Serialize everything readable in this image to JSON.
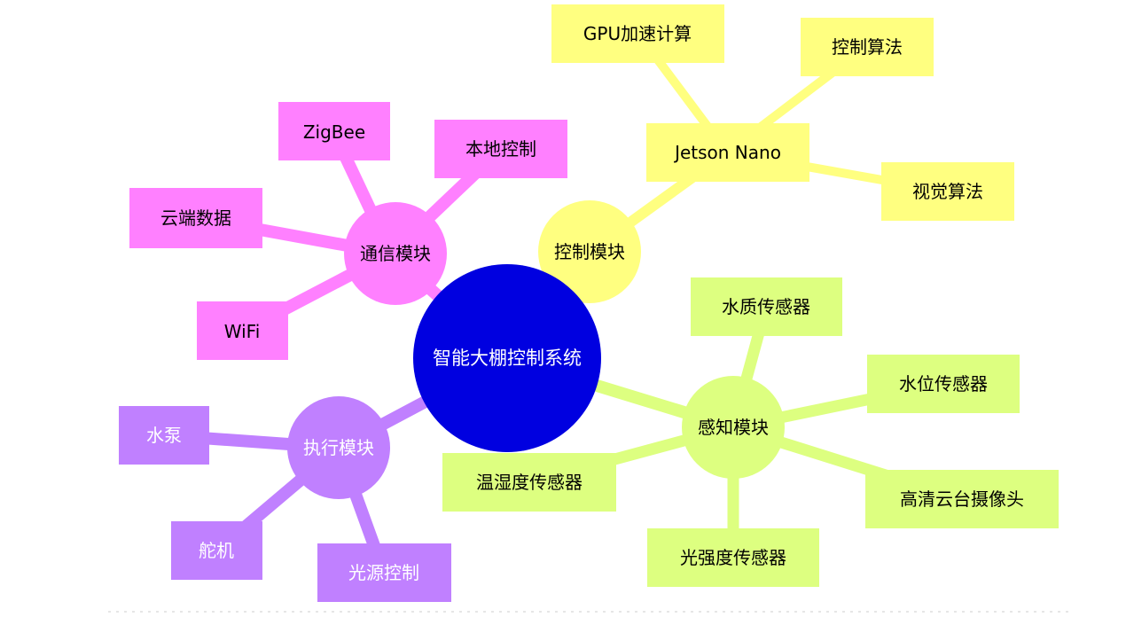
{
  "mindmap": {
    "root": {
      "label": "智能大棚控制系统",
      "color": "#0000e0",
      "text_color": "#ffffff"
    },
    "branches": [
      {
        "id": "comm",
        "label": "通信模块",
        "color": "#ff80ff",
        "text_color": "#000000",
        "children": [
          {
            "id": "zigbee",
            "label": "ZigBee"
          },
          {
            "id": "local",
            "label": "本地控制"
          },
          {
            "id": "cloud",
            "label": "云端数据"
          },
          {
            "id": "wifi",
            "label": "WiFi"
          }
        ]
      },
      {
        "id": "control",
        "label": "控制模块",
        "color": "#ffff80",
        "text_color": "#000000",
        "children": [
          {
            "id": "jetson",
            "label": "Jetson Nano",
            "children": [
              {
                "id": "gpu",
                "label": "GPU加速计算"
              },
              {
                "id": "ctrlalgo",
                "label": "控制算法"
              },
              {
                "id": "visionalgo",
                "label": "视觉算法"
              }
            ]
          }
        ]
      },
      {
        "id": "sense",
        "label": "感知模块",
        "color": "#ddff80",
        "text_color": "#000000",
        "children": [
          {
            "id": "waterq",
            "label": "水质传感器"
          },
          {
            "id": "waterlv",
            "label": "水位传感器"
          },
          {
            "id": "temphum",
            "label": "温湿度传感器"
          },
          {
            "id": "camera",
            "label": "高清云台摄像头"
          },
          {
            "id": "light",
            "label": "光强度传感器"
          }
        ]
      },
      {
        "id": "exec",
        "label": "执行模块",
        "color": "#c080ff",
        "text_color": "#ffffff",
        "children": [
          {
            "id": "pump",
            "label": "水泵"
          },
          {
            "id": "servo",
            "label": "舵机"
          },
          {
            "id": "lightsrc",
            "label": "光源控制"
          }
        ]
      }
    ]
  }
}
